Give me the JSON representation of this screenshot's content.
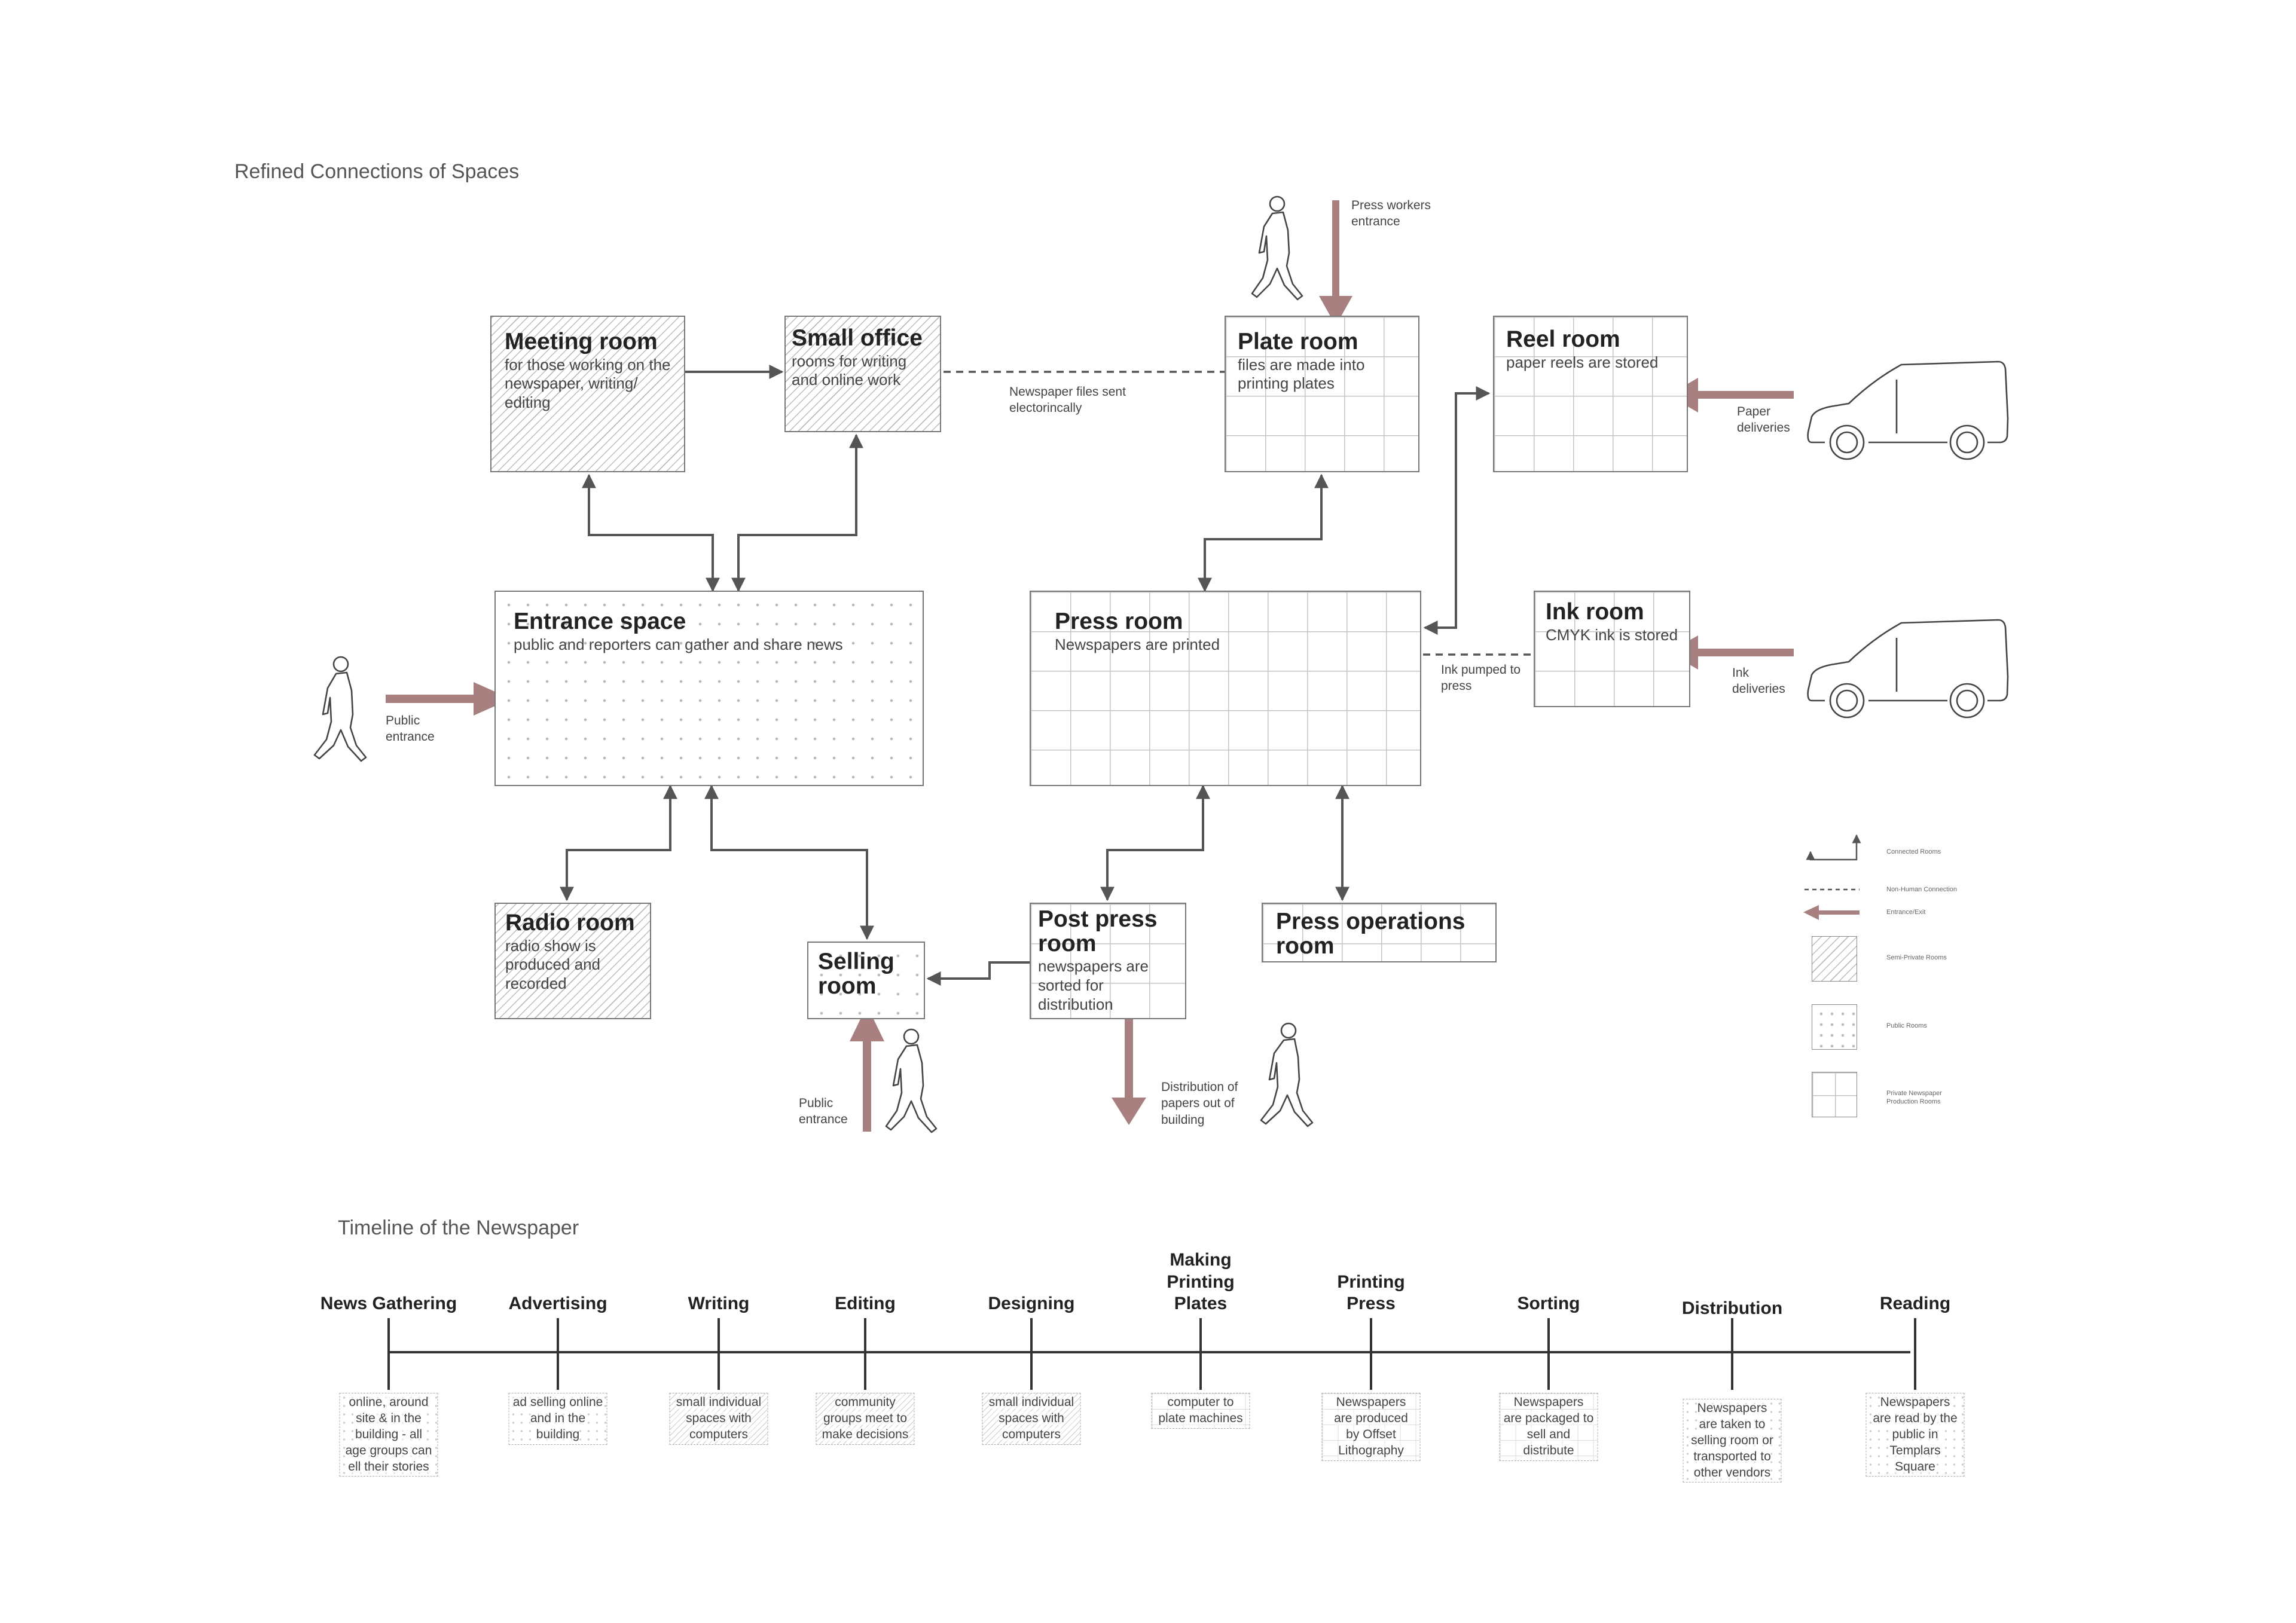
{
  "titles": {
    "connections": "Refined Connections of Spaces",
    "timeline": "Timeline of the Newspaper"
  },
  "rooms": {
    "meeting": {
      "title": "Meeting room",
      "desc": "for those working on the newspaper, writing/ editing"
    },
    "small_office": {
      "title": "Small office",
      "desc": "rooms for writing and online work"
    },
    "plate": {
      "title": "Plate room",
      "desc": "files are made into printing plates"
    },
    "reel": {
      "title": "Reel room",
      "desc": "paper reels are stored"
    },
    "entrance": {
      "title": "Entrance space",
      "desc": "public and reporters can gather and share news"
    },
    "press": {
      "title": "Press room",
      "desc": "Newspapers are printed"
    },
    "ink": {
      "title": "Ink room",
      "desc": "CMYK ink is stored"
    },
    "radio": {
      "title": "Radio room",
      "desc": "radio show is produced and recorded"
    },
    "selling": {
      "title": "Selling room",
      "desc": ""
    },
    "post_press": {
      "title": "Post press room",
      "desc": "newspapers are sorted for distribution"
    },
    "press_ops": {
      "title": "Press operations room",
      "desc": ""
    }
  },
  "annotations": {
    "press_workers": "Press workers entrance",
    "files_sent": "Newspaper files sent electorincally",
    "paper_deliveries": "Paper deliveries",
    "public_entrance_left": "Public entrance",
    "ink_pumped": "Ink pumped to press",
    "ink_deliveries": "Ink deliveries",
    "public_entrance_bottom": "Public entrance",
    "distribution": "Distribution of papers out of building"
  },
  "legend": {
    "connected": "Connected Rooms",
    "non_human": "Non-Human Connection",
    "entrance_exit": "Entrance/Exit",
    "semi_private": "Semi-Private Rooms",
    "public": "Public Rooms",
    "private": "Private Newspaper Production Rooms"
  },
  "timeline": [
    {
      "label": "News Gathering",
      "desc": "online, around site & in the building - all age groups can ell their stories",
      "pattern": "pub"
    },
    {
      "label": "Advertising",
      "desc": "ad selling online and in the building",
      "pattern": "pub"
    },
    {
      "label": "Writing",
      "desc": "small individual spaces with computers",
      "pattern": "semi"
    },
    {
      "label": "Editing",
      "desc": "community groups meet to make decisions",
      "pattern": "semi"
    },
    {
      "label": "Designing",
      "desc": "small individual spaces with computers",
      "pattern": "semi"
    },
    {
      "label": "Making Printing Plates",
      "desc": "computer to plate machines",
      "pattern": "priv"
    },
    {
      "label": "Printing Press",
      "desc": "Newspapers are produced by Offset Lithography",
      "pattern": "priv"
    },
    {
      "label": "Sorting",
      "desc": "Newspapers are packaged to sell and distribute",
      "pattern": "priv"
    },
    {
      "label": "Distribution",
      "desc": "Newspapers are taken to selling room or transported to other vendors",
      "pattern": "pub"
    },
    {
      "label": "Reading",
      "desc": "Newspapers are read by the public in Templars Square",
      "pattern": "pub"
    }
  ],
  "colors": {
    "arrow_brown": "#a98080",
    "line": "#555555"
  }
}
